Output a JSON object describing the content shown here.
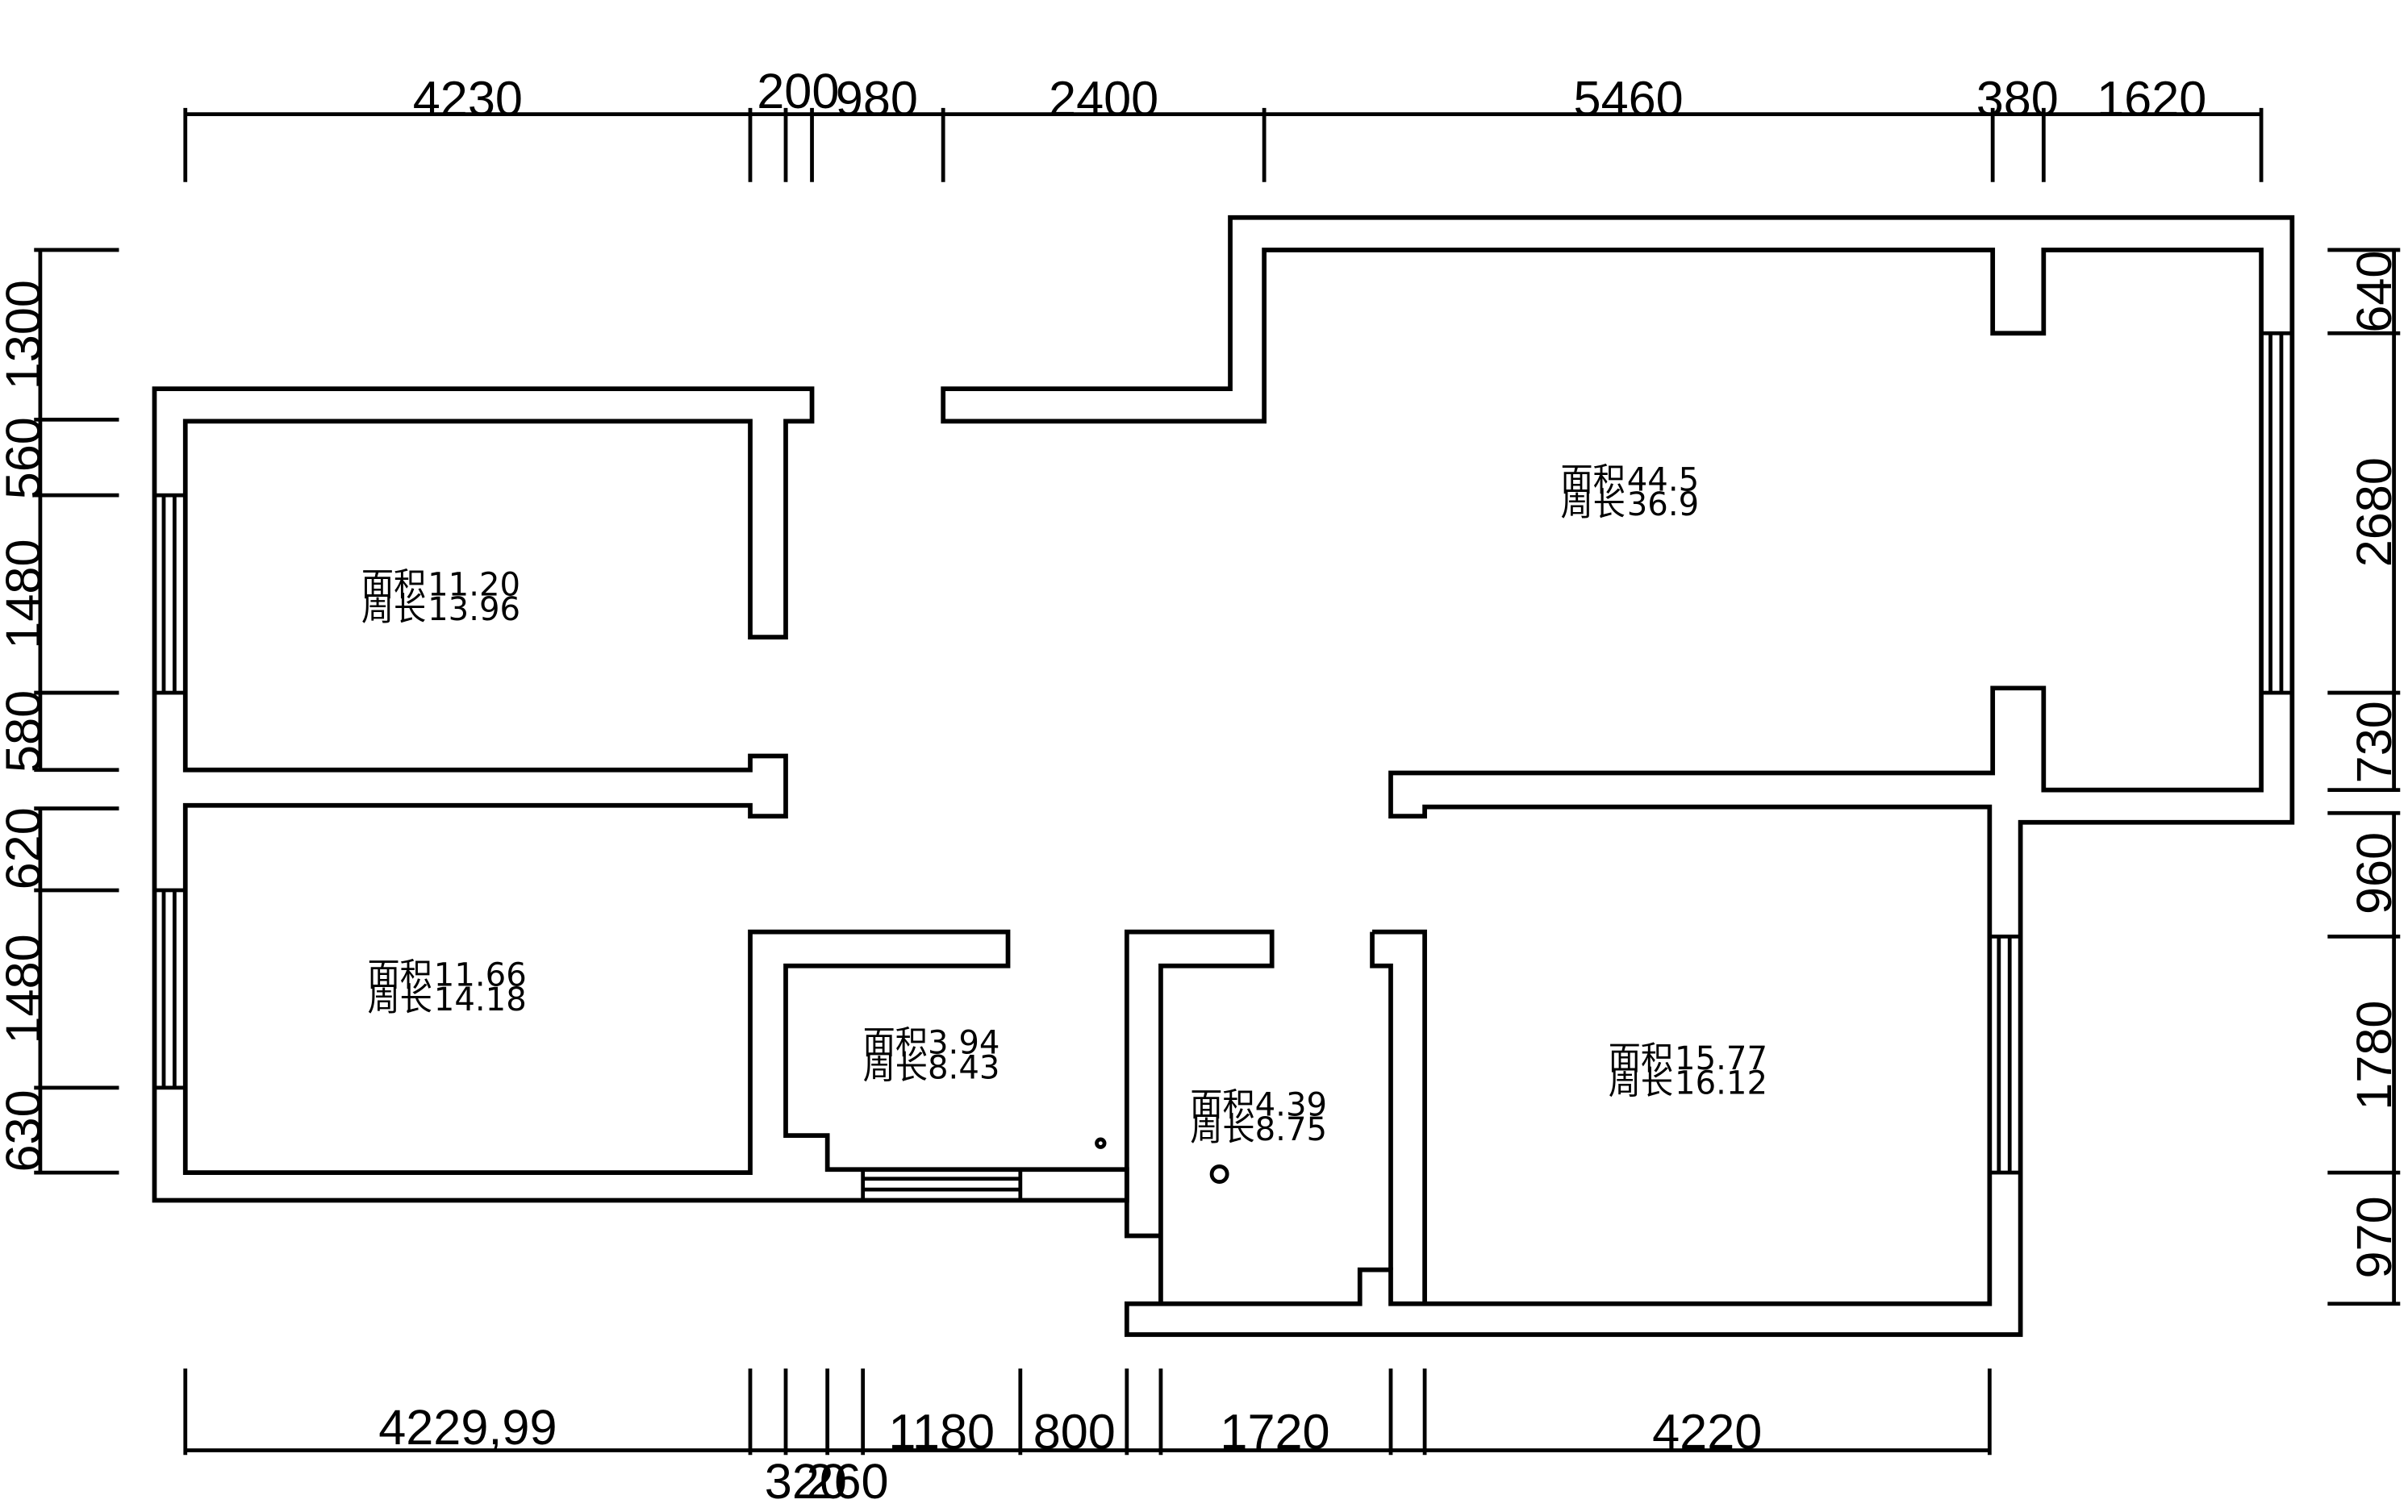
{
  "dimensions": {
    "top": [
      "4230",
      "200",
      "980",
      "2400",
      "5460",
      "380",
      "1620"
    ],
    "bottom": [
      "4229,99",
      "320",
      "260",
      "1180",
      "800",
      "1720",
      "4220"
    ],
    "left": [
      "1300",
      "560",
      "1480",
      "580",
      "620",
      "1480",
      "630"
    ],
    "right": [
      "640",
      "2680",
      "730",
      "960",
      "1780",
      "970"
    ]
  },
  "rooms": [
    {
      "area_label": "面积",
      "area": "11.20",
      "perimeter_label": "周长",
      "perimeter": "13.96"
    },
    {
      "area_label": "面积",
      "area": "11.66",
      "perimeter_label": "周长",
      "perimeter": "14.18"
    },
    {
      "area_label": "面积",
      "area": "44.5",
      "perimeter_label": "周长",
      "perimeter": "36.9"
    },
    {
      "area_label": "面积",
      "area": "3.94",
      "perimeter_label": "周长",
      "perimeter": "8.43"
    },
    {
      "area_label": "面积",
      "area": "4.39",
      "perimeter_label": "周长",
      "perimeter": "8.75"
    },
    {
      "area_label": "面积",
      "area": "15.77",
      "perimeter_label": "周长",
      "perimeter": "16.12"
    }
  ]
}
